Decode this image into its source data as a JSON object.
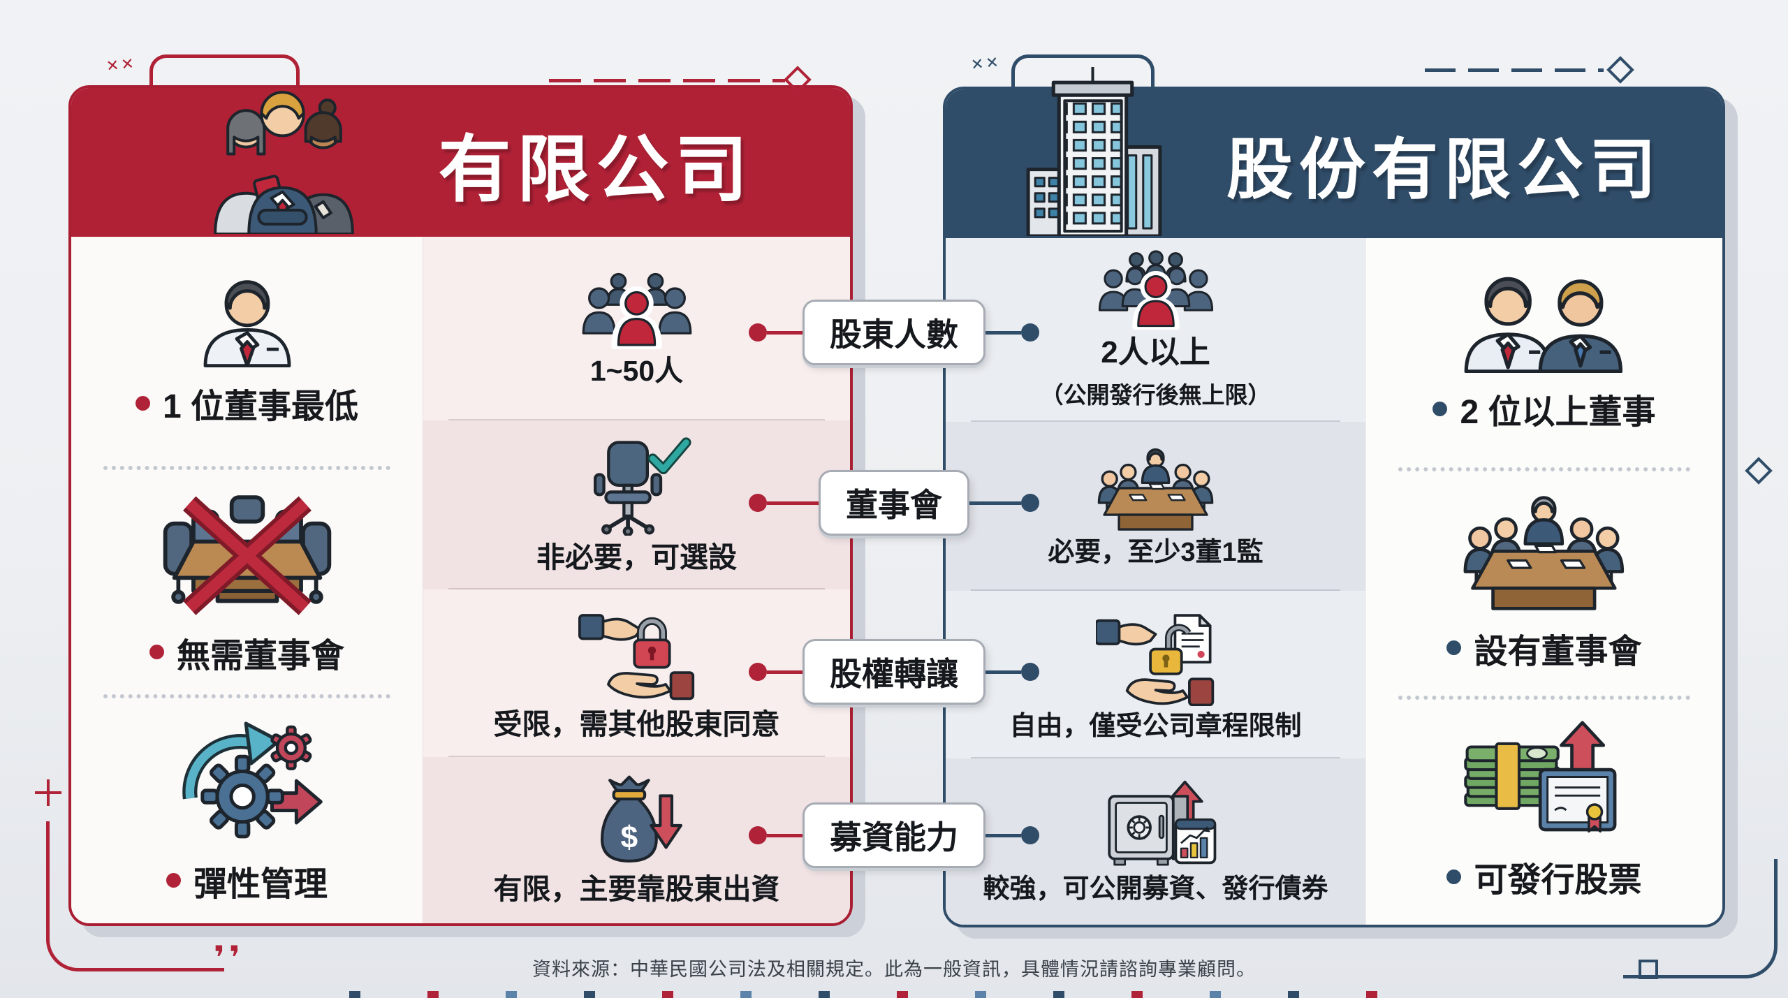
{
  "left_panel": {
    "title": "有限公司",
    "bullets": [
      "1 位董事最低",
      "無需董事會",
      "彈性管理"
    ],
    "bullet_icons": [
      "director-person-icon",
      "no-board-table-icon",
      "gears-flexibility-icon"
    ],
    "values": [
      "1~50人",
      "非必要，可選設",
      "受限，需其他股東同意",
      "有限，主要靠股東出資"
    ],
    "value_icons": [
      "shareholders-group-icon",
      "chair-check-icon",
      "hand-lock-icon",
      "moneybag-down-arrow-icon"
    ],
    "dollar_sign": "$"
  },
  "right_panel": {
    "title": "股份有限公司",
    "values": [
      "2人以上",
      "必要，至少3董1監",
      "自由，僅受公司章程限制",
      "較強，可公開募資、發行債券"
    ],
    "value_note": "（公開發行後無上限）",
    "value_icons": [
      "crowd-icon",
      "board-meeting-icon",
      "hand-open-lock-document-icon",
      "safe-chart-up-icon"
    ],
    "bullets": [
      "2 位以上董事",
      "設有董事會",
      "可發行股票"
    ],
    "bullet_icons": [
      "two-directors-icon",
      "boardroom-icon",
      "cash-certificate-icon"
    ]
  },
  "comparison_labels": [
    "股東人數",
    "董事會",
    "股權轉讓",
    "募資能力"
  ],
  "footer": "資料來源：中華民國公司法及相關規定。此為一般資訊，具體情況請諮詢專業顧問。",
  "decorations": {
    "x_marks": "✕✕",
    "quote_marks": "❜❜"
  },
  "colors": {
    "red": "#B02136",
    "navy": "#2F4C68",
    "pink_column": "#F7EEED",
    "gray_column": "#EAEDF1",
    "page_bg": "#EEF0F4",
    "pill_border": "#A7ABB3"
  }
}
